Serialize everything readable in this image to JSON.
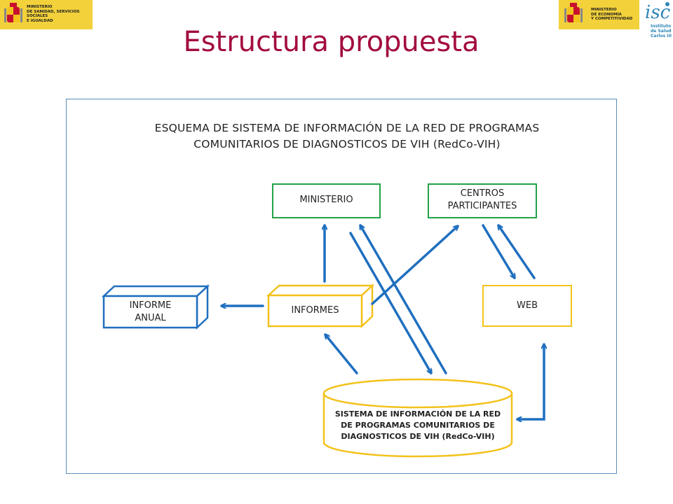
{
  "page": {
    "title": "Estructura propuesta"
  },
  "logos": {
    "left_text": "MINISTERIO\nDE SANIDAD, SERVICIOS SOCIALES\nE IGUALDAD",
    "right_text": "MINISTERIO\nDE ECONOMÍA\nY COMPETITIVIDAD",
    "isc_text": "Instituto\nde Salud\nCarlos III"
  },
  "diagram": {
    "heading": "ESQUEMA DE SISTEMA DE INFORMACIÓN DE LA RED DE PROGRAMAS\nCOMUNITARIOS DE DIAGNOSTICOS DE VIH (RedCo-VIH)",
    "ministerio": "MINISTERIO",
    "centros": "CENTROS\nPARTICIPANTES",
    "informe_anual": "INFORME\nANUAL",
    "informes": "INFORMES",
    "web": "WEB",
    "sistema": "SISTEMA DE INFORMACIÓN DE LA RED\nDE PROGRAMAS COMUNITARIOS DE\nDIAGNOSTICOS DE VIH (RedCo-VIH)"
  },
  "colors": {
    "title": "#a30d3e",
    "arrow": "#1f6fbf",
    "green": "#22a24a",
    "yellow": "#f3c21b",
    "blue_box": "#1f6fbf"
  }
}
